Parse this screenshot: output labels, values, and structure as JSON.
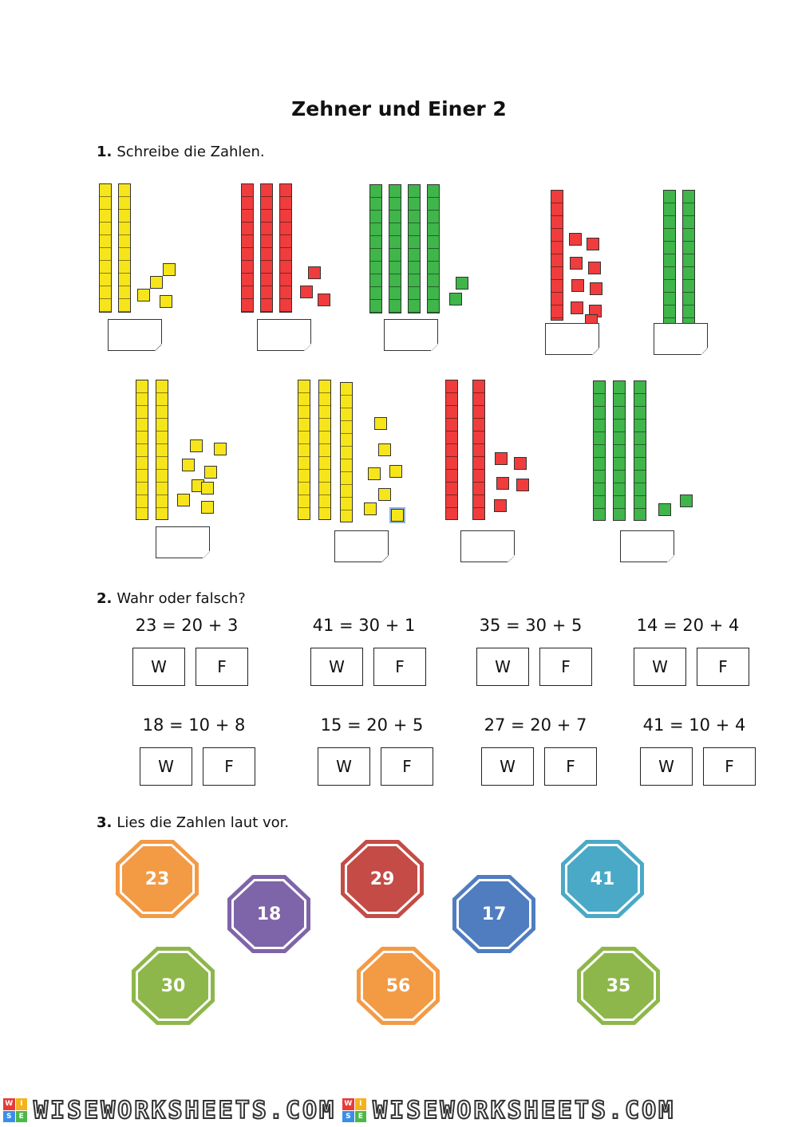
{
  "title": "Zehner und Einer 2",
  "section1": {
    "number": "1.",
    "label": "Schreibe die Zahlen."
  },
  "section2": {
    "number": "2.",
    "label": "Wahr oder falsch?"
  },
  "section3": {
    "number": "3.",
    "label": "Lies die Zahlen laut vor."
  },
  "colors": {
    "yellow": "#f7e51b",
    "red": "#f03c3c",
    "green": "#3fb54a"
  },
  "equations": [
    {
      "text": "23 = 20 + 3",
      "w": "W",
      "f": "F"
    },
    {
      "text": "41 = 30 + 1",
      "w": "W",
      "f": "F"
    },
    {
      "text": "35 = 30 + 5",
      "w": "W",
      "f": "F"
    },
    {
      "text": "14 = 20 + 4",
      "w": "W",
      "f": "F"
    },
    {
      "text": "18 = 10 + 8",
      "w": "W",
      "f": "F"
    },
    {
      "text": "15 = 20 + 5",
      "w": "W",
      "f": "F"
    },
    {
      "text": "27 = 20 + 7",
      "w": "W",
      "f": "F"
    },
    {
      "text": "41 = 10 + 4",
      "w": "W",
      "f": "F"
    }
  ],
  "octagons": [
    {
      "value": "23",
      "color": "#f39a45"
    },
    {
      "value": "18",
      "color": "#7e64a8"
    },
    {
      "value": "29",
      "color": "#c44b46"
    },
    {
      "value": "17",
      "color": "#4f7dc0"
    },
    {
      "value": "41",
      "color": "#4aa9c6"
    },
    {
      "value": "30",
      "color": "#8db74a"
    },
    {
      "value": "56",
      "color": "#f39a45"
    },
    {
      "value": "35",
      "color": "#8db74a"
    }
  ],
  "footer": {
    "watermark": "WISEWORKSHEETS.COM",
    "logo_letters": [
      "W",
      "I",
      "S",
      "E"
    ]
  }
}
